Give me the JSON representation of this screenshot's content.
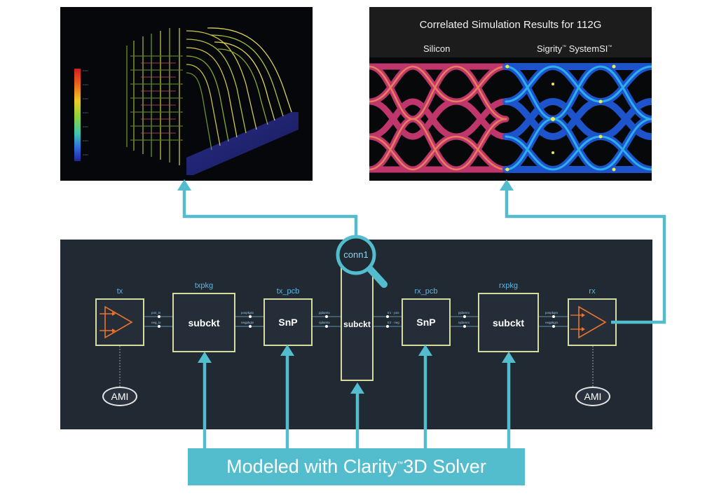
{
  "em_panel": {
    "colorbar_colors": [
      "#d21f1f",
      "#e8531d",
      "#f29224",
      "#e8d52b",
      "#8fd13a",
      "#43c8a0",
      "#2f7ce0",
      "#24229a"
    ]
  },
  "eye_panel": {
    "title": "Correlated Simulation Results for 112G",
    "left_label": "Silicon",
    "right_label": "Sigrity",
    "right_label_tm": "™",
    "right_label_tail": " SystemSI",
    "right_label_tm2": "™"
  },
  "schematic": {
    "blocks": {
      "tx": {
        "label": "tx",
        "content": ""
      },
      "txpkg": {
        "label": "txpkg",
        "content": "subckt"
      },
      "tx_pcb": {
        "label": "tx_pcb",
        "content": "SnP"
      },
      "conn1": {
        "label": "conn1",
        "content": "subckt"
      },
      "rx_pcb": {
        "label": "rx_pcb",
        "content": "SnP"
      },
      "rxpkg": {
        "label": "rxpkg",
        "content": "subckt"
      },
      "rx": {
        "label": "rx",
        "content": ""
      }
    },
    "ami_left": "AMI",
    "ami_right": "AMI"
  },
  "banner": {
    "text_a": "Modeled with Clarity",
    "tm": "™",
    "text_b": " 3D Solver"
  },
  "colors": {
    "accent_teal": "#53bccd",
    "schematic_bg": "#212932",
    "block_border": "#d6dca0",
    "label_blue": "#5db7e6",
    "amp_orange": "#e8742f"
  }
}
